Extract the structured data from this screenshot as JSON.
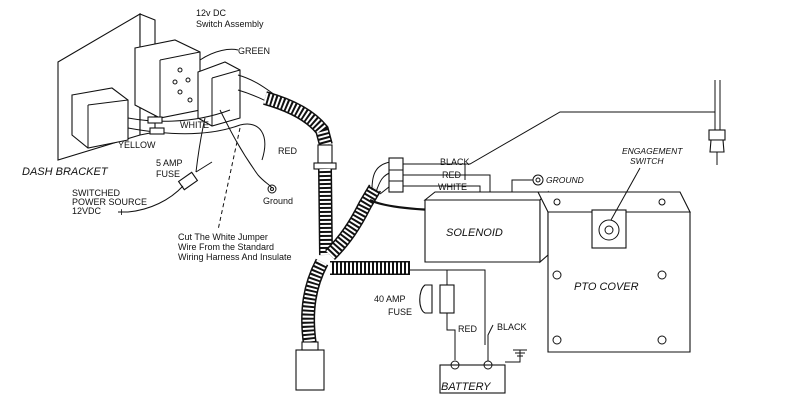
{
  "labels": {
    "switch_title_1": "12v DC",
    "switch_title_2": "Switch Assembly",
    "green": "GREEN",
    "white_top": "WHITE",
    "yellow": "YELLOW",
    "red_top": "RED",
    "dash_bracket": "DASH BRACKET",
    "fuse5_1": "5 AMP",
    "fuse5_2": "FUSE",
    "switched_1": "SWITCHED",
    "switched_2": "POWER SOURCE",
    "switched_3": "12VDC",
    "plus_sign": "+",
    "ground_top": "Ground",
    "cut_1": "Cut The White Jumper",
    "cut_2": "Wire From the Standard",
    "cut_3": "Wiring Harness And Insulate",
    "black_right": "BLACK",
    "red_right": "RED",
    "white_right": "WHITE",
    "ground_right": "GROUND",
    "engagement_1": "ENGAGEMENT",
    "engagement_2": "SWITCH",
    "solenoid": "SOLENOID",
    "pto_cover": "PTO COVER",
    "fuse40_1": "40 AMP",
    "fuse40_2": "FUSE",
    "red_bottom": "RED",
    "black_bottom": "BLACK",
    "battery": "BATTERY"
  }
}
